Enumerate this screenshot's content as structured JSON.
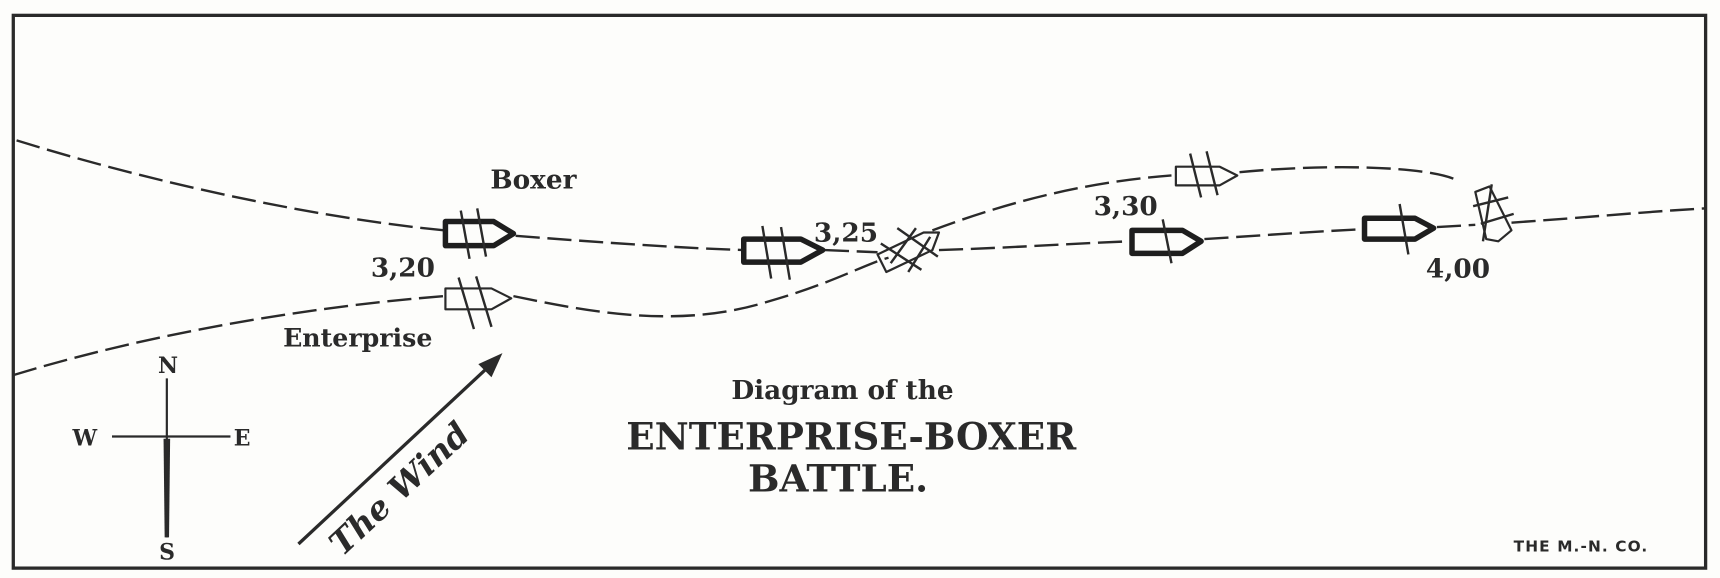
{
  "title": {
    "line1": "Diagram of the",
    "line2": "ENTERPRISE-BOXER",
    "line3": "BATTLE."
  },
  "labels": {
    "boxer": "Boxer",
    "enterprise": "Enterprise",
    "wind": "The Wind"
  },
  "times": [
    "3,20",
    "3,25",
    "3,30",
    "4,00"
  ],
  "compass": {
    "n": "N",
    "s": "S",
    "e": "E",
    "w": "W"
  },
  "credit": "THE M.-N. CO.",
  "colors": {
    "ink": "#2a2a2a",
    "paper": "#fdfdfb"
  }
}
